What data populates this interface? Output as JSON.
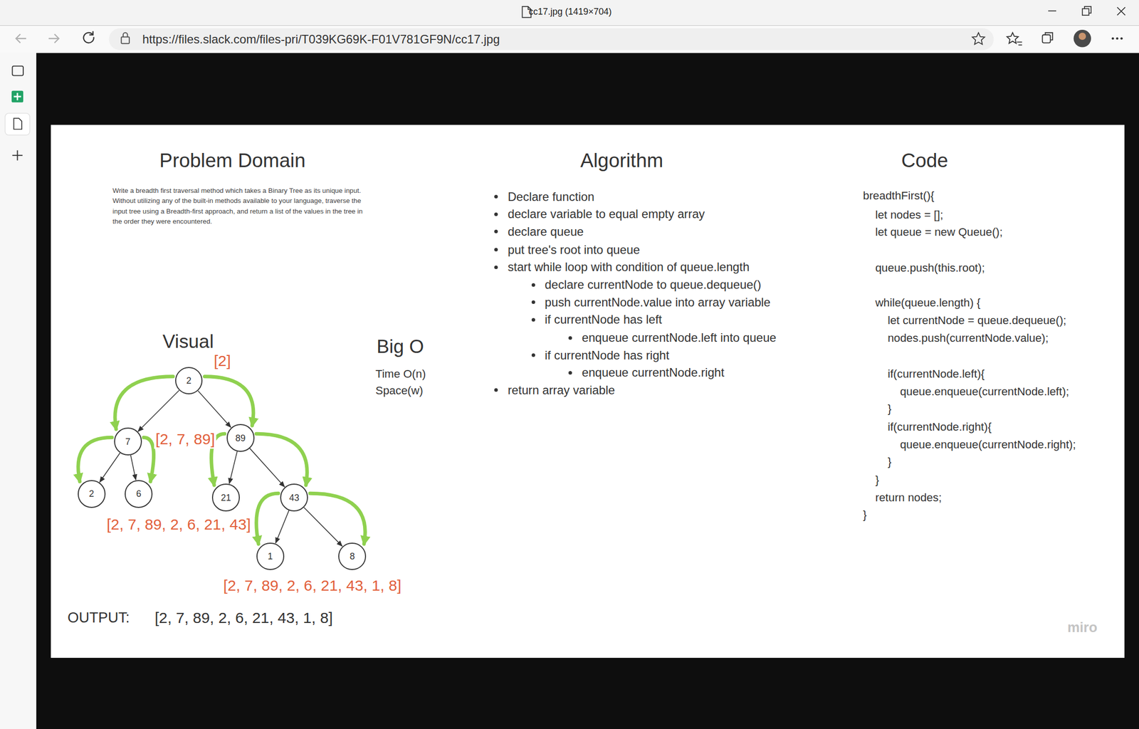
{
  "diagram": {
    "nodes": [
      {
        "text": [
          "2"
        ]
      },
      {
        "text": [
          "7"
        ]
      },
      {
        "text": [
          "89"
        ]
      },
      {
        "text": [
          "2"
        ]
      },
      {
        "text": [
          "6"
        ]
      },
      {
        "text": [
          "21"
        ]
      },
      {
        "text": [
          "43"
        ]
      },
      {
        "text": [
          "1"
        ]
      },
      {
        "text": [
          "8"
        ]
      }
    ],
    "edges": [
      {
        "from": 0,
        "to": 1,
        "arrow": "to"
      },
      {
        "from": 0,
        "to": 2,
        "arrow": "to"
      },
      {
        "from": 1,
        "to": 3,
        "arrow": "to"
      },
      {
        "from": 1,
        "to": 4,
        "arrow": "to"
      },
      {
        "from": 2,
        "to": 5,
        "arrow": "to"
      },
      {
        "from": 2,
        "to": 6,
        "arrow": "to"
      },
      {
        "from": 6,
        "to": 7,
        "arrow": "to"
      },
      {
        "from": 6,
        "to": 8,
        "arrow": "to"
      },
      {
        "from": 0,
        "to": 1,
        "arrow": "to"
      },
      {
        "from": 0,
        "to": 2,
        "arrow": "to"
      },
      {
        "from": 1,
        "to": 3,
        "arrow": "to"
      },
      {
        "from": 1,
        "to": 4,
        "arrow": "to"
      },
      {
        "from": 2,
        "to": 5,
        "arrow": "to"
      },
      {
        "from": 2,
        "to": 6,
        "arrow": "to"
      },
      {
        "from": 6,
        "to": 7,
        "arrow": "to"
      },
      {
        "from": 6,
        "to": 8,
        "arrow": "to"
      }
    ],
    "labels": [
      "cc17.jpg (1419×704)",
      "https://files.slack.com/files-pri/T039KG69K-F01V781GF9N/cc17.jpg",
      "Problem Domain",
      "Write a breadth first traversal method which takes a Binary Tree as its unique input. Without utilizing any of the built-in methods available to your language, traverse the input tree using a Breadth-first approach, and return a list of the values in the tree in the order they were encountered.",
      "Visual",
      "[2]",
      "[2, 7, 89]",
      "[2, 7, 89, 2, 6, 21, 43]",
      "[2, 7, 89, 2, 6, 21, 43, 1, 8]",
      "OUTPUT:",
      "[2, 7, 89, 2, 6, 21, 43, 1, 8]",
      "Big O",
      "Time O(n)",
      "Space(w)",
      "Algorithm",
      "Declare function",
      "declare variable to equal empty array",
      "declare queue",
      "put tree's root into queue",
      "start while loop with condition of queue.length",
      "declare currentNode to queue.dequeue()",
      "push currentNode.value into array variable",
      "if currentNode has left",
      "enqueue currentNode.left into queue",
      "if currentNode has right",
      "enqueue currentNode.right",
      "return array variable",
      "Code",
      "breadthFirst(){",
      "let nodes = [];",
      "let queue = new Queue();",
      "queue.push(this.root);",
      "while(queue.length) {",
      "let currentNode = queue.dequeue();",
      "nodes.push(currentNode.value);",
      "if(currentNode.left){",
      "queue.enqueue(currentNode.left);",
      "}",
      "if(currentNode.right){",
      "queue.enqueue(currentNode.right);",
      "}",
      "}",
      "return nodes;",
      "}",
      "miro"
    ]
  }
}
